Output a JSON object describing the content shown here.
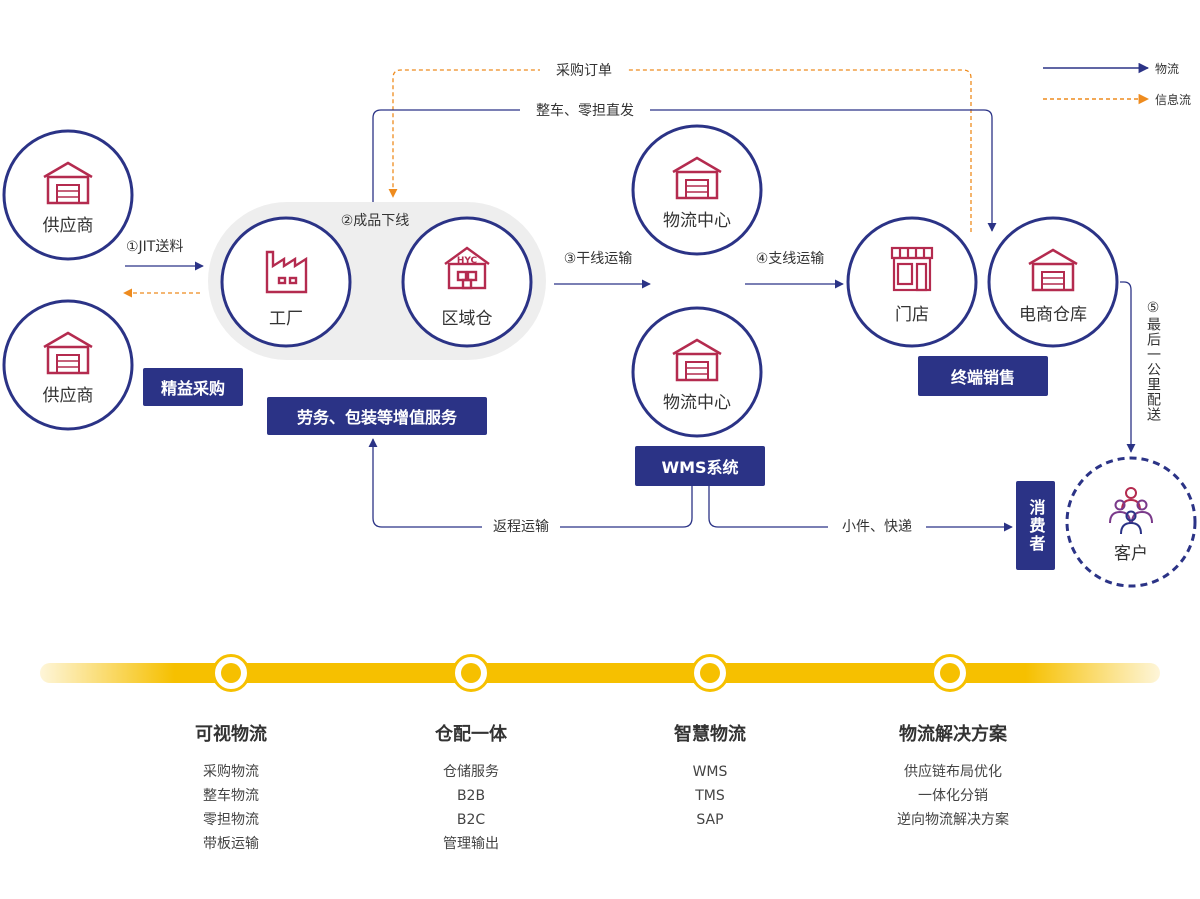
{
  "nodes": {
    "supplier_1": "供应商",
    "supplier_2": "供应商",
    "factory": "工厂",
    "regional_warehouse": "区域仓",
    "regional_warehouse_sign": "HYC",
    "logistics_center_1": "物流中心",
    "logistics_center_2": "物流中心",
    "store": "门店",
    "ecommerce_warehouse": "电商仓库",
    "customer": "客户"
  },
  "flows": {
    "purchase_order": "采购订单",
    "direct_shipping": "整车、零担直发",
    "jit": "①JIT送料",
    "finished_goods": "②成品下线",
    "trunk": "③干线运输",
    "branch": "④支线运输",
    "last_mile": "⑤最后一公里配送",
    "return": "返程运输",
    "small_parcel": "小件、快递"
  },
  "badges": {
    "lean_purchasing": "精益采购",
    "value_added": "劳务、包装等增值服务",
    "wms": "WMS系统",
    "retail": "终端销售",
    "consumer": "消费者"
  },
  "legend": {
    "physical_flow": "物流",
    "info_flow": "信息流"
  },
  "colors": {
    "navy": "#2b3386",
    "orange": "#ee8b1e",
    "icon": "#b42b4f",
    "yellow": "#f6c000"
  },
  "columns": [
    {
      "title": "可视物流",
      "items": [
        "采购物流",
        "整车物流",
        "零担物流",
        "带板运输"
      ]
    },
    {
      "title": "仓配一体",
      "items": [
        "仓储服务",
        "B2B",
        "B2C",
        "管理输出"
      ]
    },
    {
      "title": "智慧物流",
      "items": [
        "WMS",
        "TMS",
        "SAP"
      ]
    },
    {
      "title": "物流解决方案",
      "items": [
        "供应链布局优化",
        "一体化分销",
        "逆向物流解决方案"
      ]
    }
  ]
}
